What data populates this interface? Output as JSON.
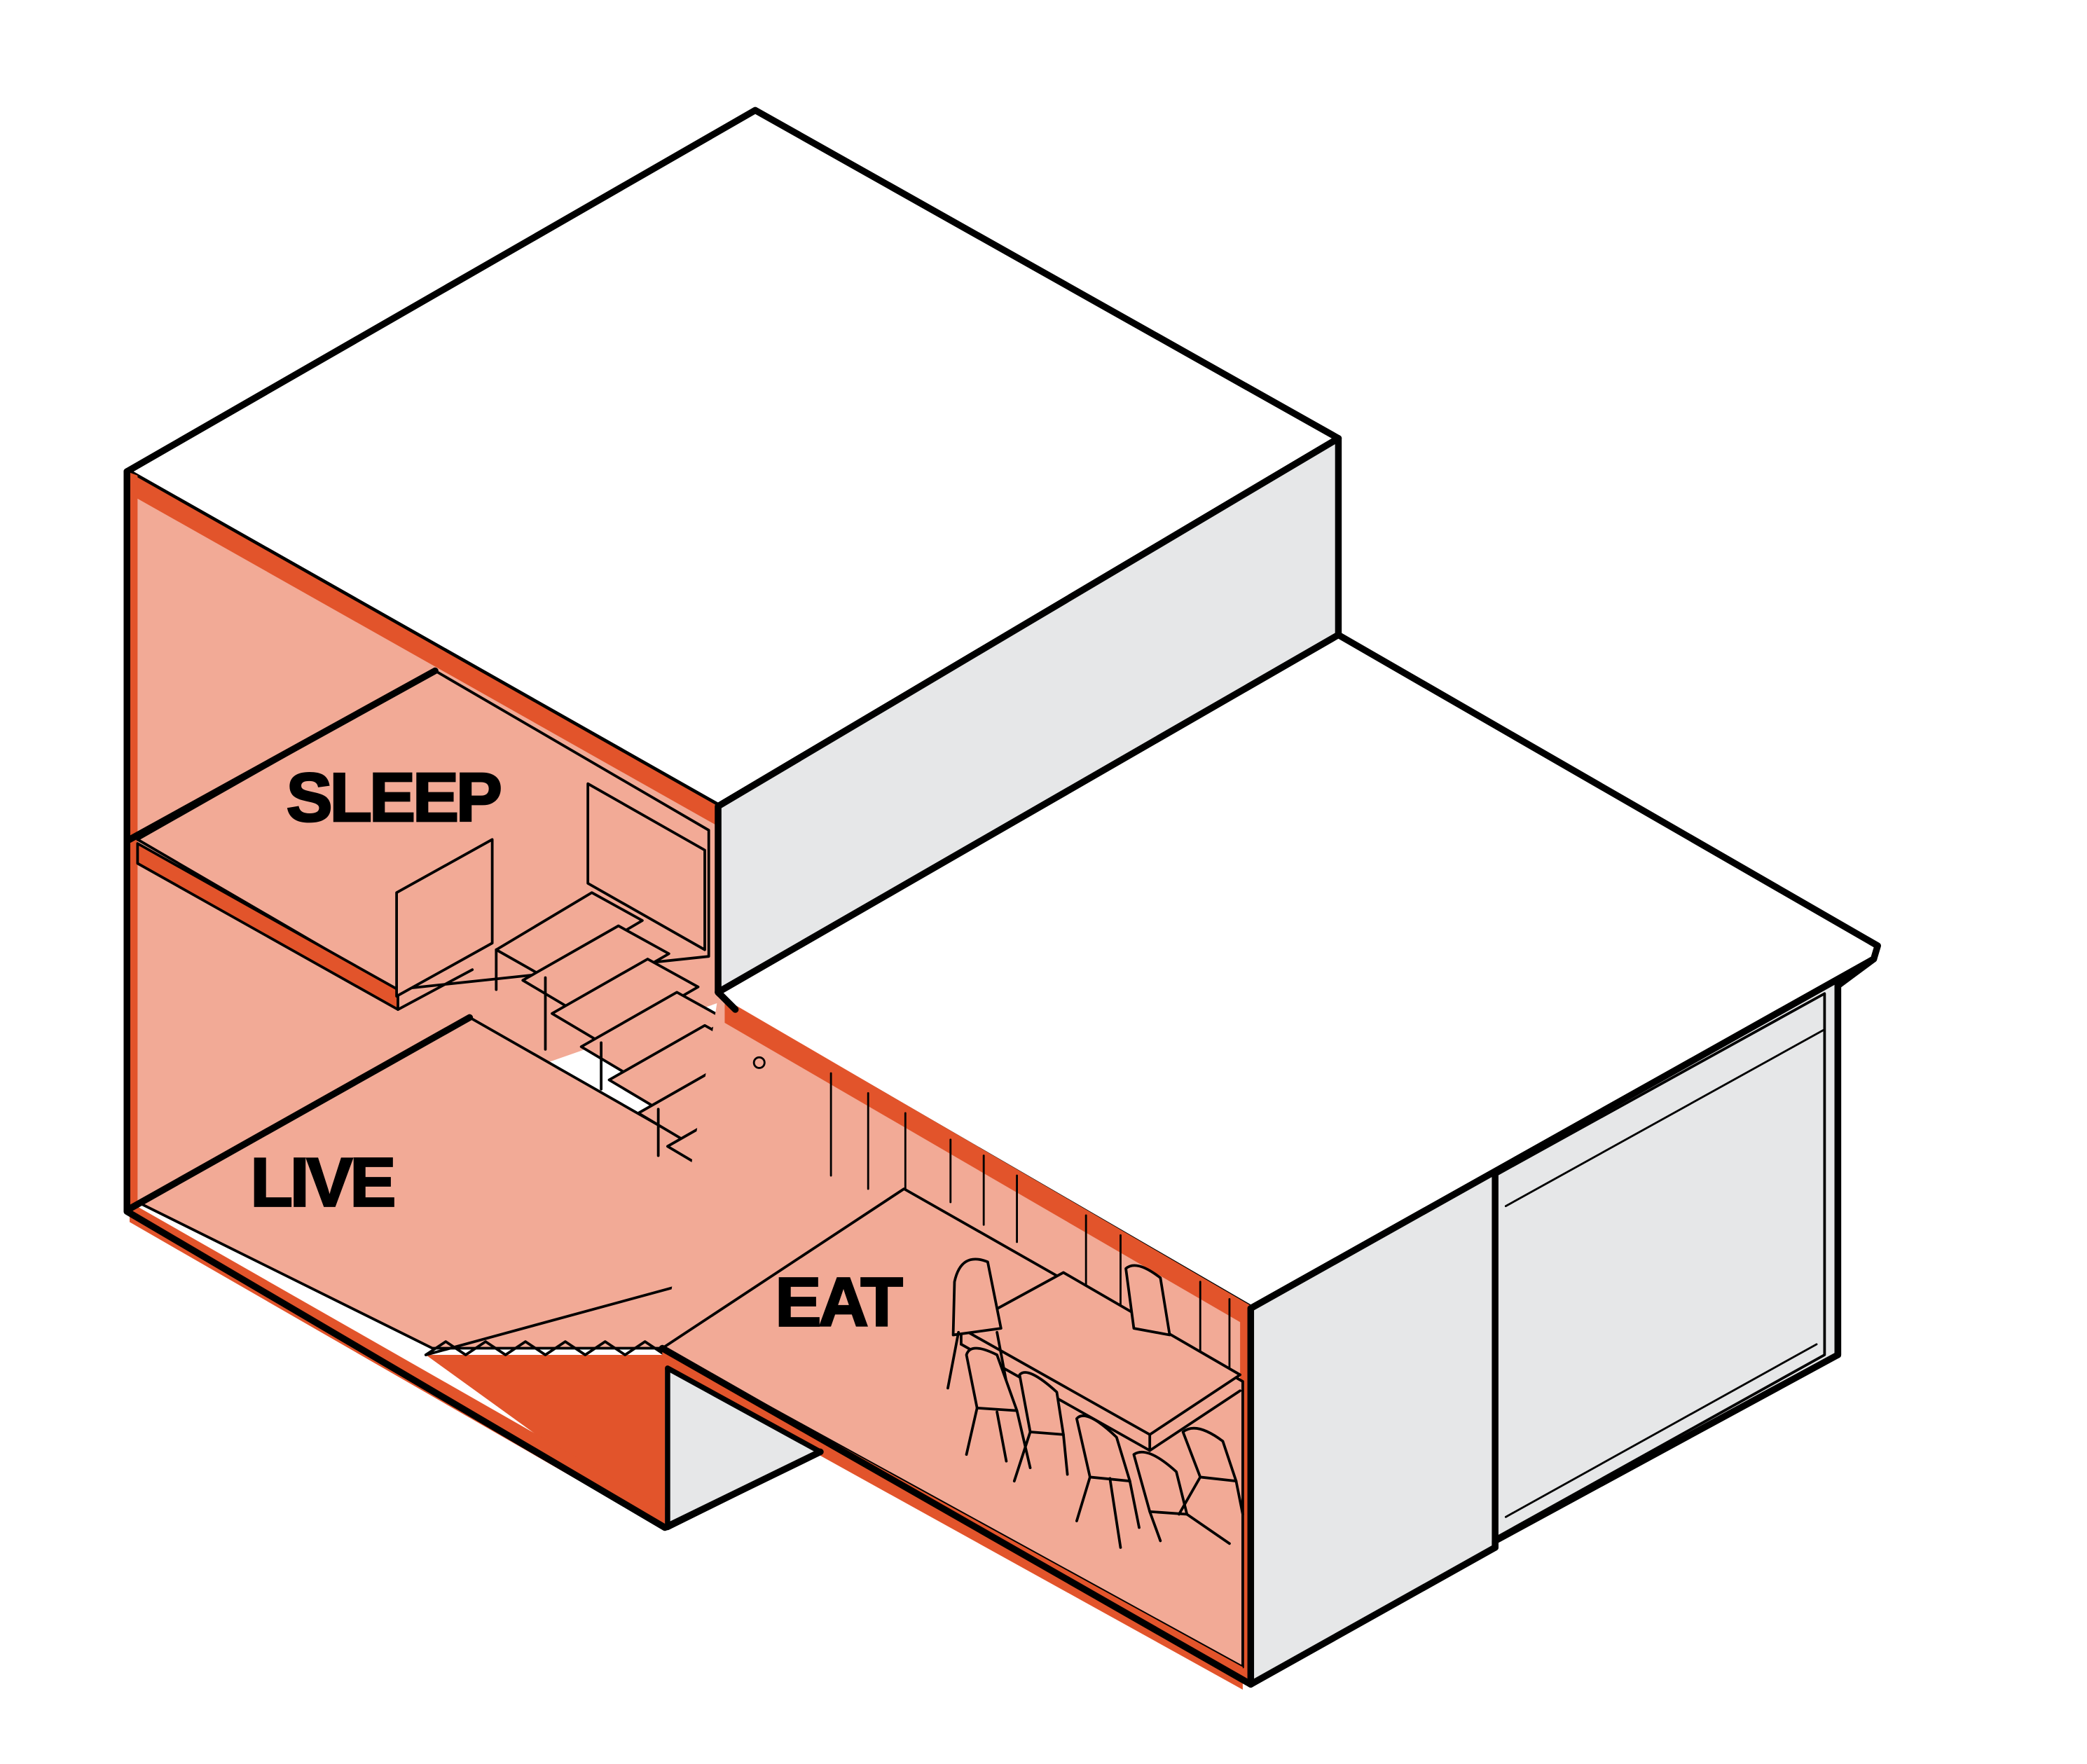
{
  "labels": {
    "sleep": "SLEEP",
    "live": "LIVE",
    "eat": "EAT"
  },
  "colors": {
    "roof": "#ffffff",
    "wall": "#e6e7e8",
    "section_fill": "#f2aa96",
    "section_cut": "#e2542b",
    "outline": "#000000"
  }
}
